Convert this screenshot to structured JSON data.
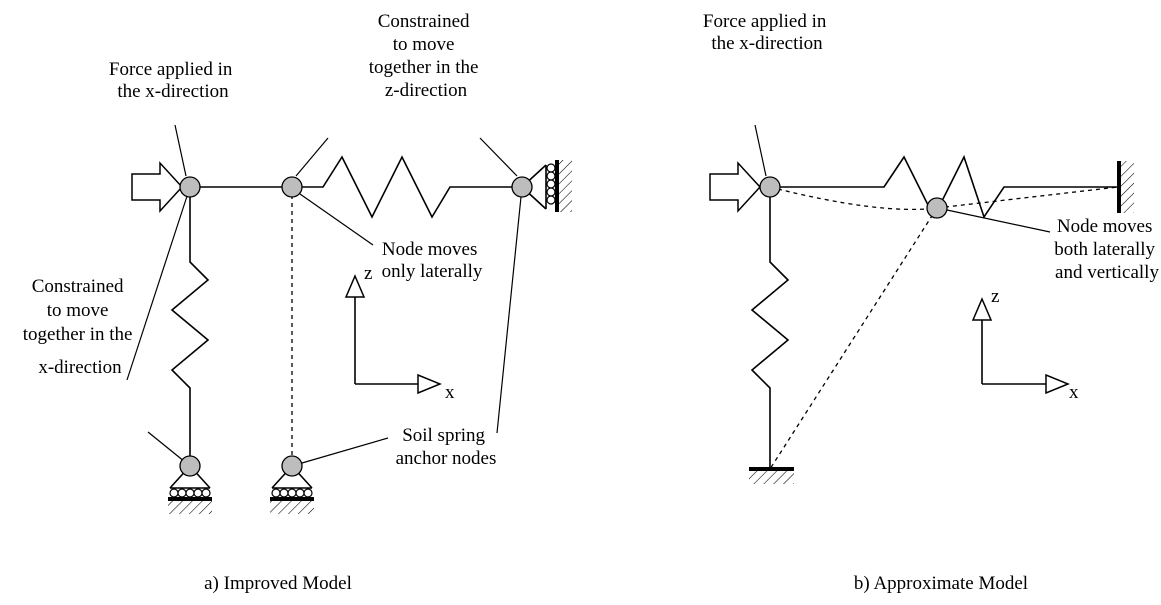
{
  "model_a": {
    "caption": "a) Improved Model",
    "force_label": [
      "Force applied in",
      "the x-direction"
    ],
    "constraint_z_label": [
      "Constrained",
      "to move",
      "together in the",
      "z-direction"
    ],
    "node_lateral_label": [
      "Node moves",
      "only laterally"
    ],
    "constraint_x_label": [
      "Constrained",
      "to move",
      "together in the",
      "x-direction"
    ],
    "anchor_label": [
      "Soil spring",
      "anchor nodes"
    ],
    "axis_z": "z",
    "axis_x": "x"
  },
  "model_b": {
    "caption": "b) Approximate Model",
    "force_label": [
      "Force applied in",
      "the x-direction"
    ],
    "node_label": [
      "Node moves",
      "both laterally",
      "and vertically"
    ],
    "axis_z": "z",
    "axis_x": "x"
  }
}
